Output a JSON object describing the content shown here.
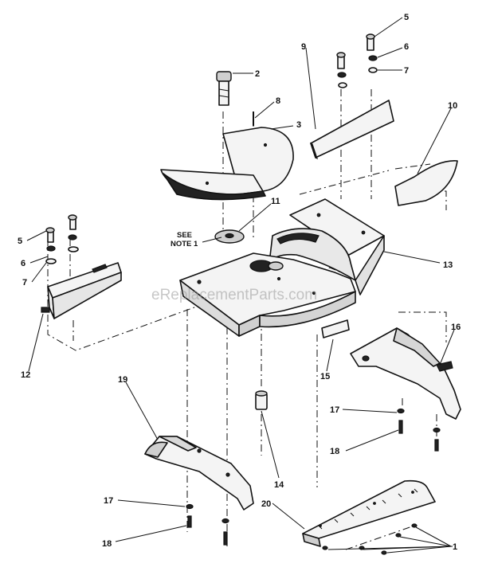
{
  "watermark": "eReplacementParts.com",
  "note": {
    "line1": "SEE",
    "line2": "NOTE 1"
  },
  "callouts": [
    {
      "id": "c2",
      "text": "2"
    },
    {
      "id": "c3",
      "text": "3"
    },
    {
      "id": "c5a",
      "text": "5"
    },
    {
      "id": "c6a",
      "text": "6"
    },
    {
      "id": "c7a",
      "text": "7"
    },
    {
      "id": "c8",
      "text": "8"
    },
    {
      "id": "c9",
      "text": "9"
    },
    {
      "id": "c10",
      "text": "10"
    },
    {
      "id": "c11",
      "text": "11"
    },
    {
      "id": "c5b",
      "text": "5"
    },
    {
      "id": "c6b",
      "text": "6"
    },
    {
      "id": "c7b",
      "text": "7"
    },
    {
      "id": "c12",
      "text": "12"
    },
    {
      "id": "c13",
      "text": "13"
    },
    {
      "id": "c14",
      "text": "14"
    },
    {
      "id": "c15",
      "text": "15"
    },
    {
      "id": "c16",
      "text": "16"
    },
    {
      "id": "c17a",
      "text": "17"
    },
    {
      "id": "c18a",
      "text": "18"
    },
    {
      "id": "c19",
      "text": "19"
    },
    {
      "id": "c17b",
      "text": "17"
    },
    {
      "id": "c18b",
      "text": "18"
    },
    {
      "id": "c20",
      "text": "20"
    },
    {
      "id": "c1",
      "text": "1"
    }
  ]
}
